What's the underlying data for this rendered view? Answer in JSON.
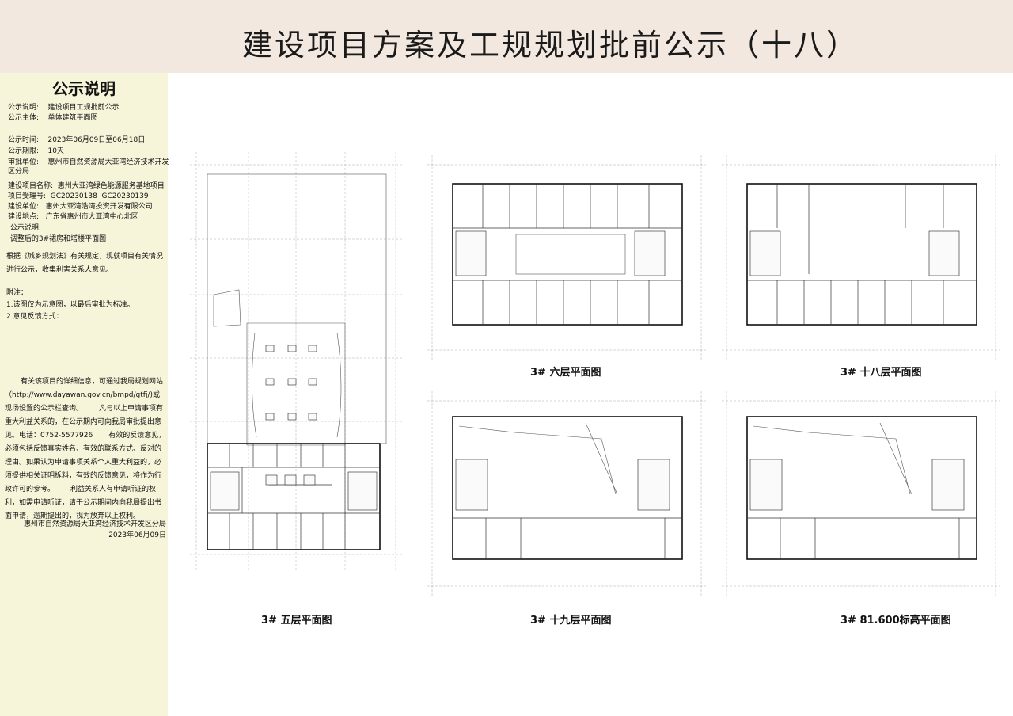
{
  "header": {
    "title": "建设项目方案及工规规划批前公示（十八）"
  },
  "sidebar": {
    "heading": "公示说明",
    "lines": {
      "notice_type": "公示说明:    建设项目工规批前公示",
      "notice_subject": "公示主体:    单体建筑平面图",
      "notice_time": "公示时间:    2023年06月09日至06月18日",
      "notice_period": "公示期限:    10天",
      "approval_unit_1": "审批单位:    惠州市自然资源局大亚湾经济技术开发",
      "approval_unit_2": "区分局",
      "project_name": "建设项目名称:  惠州大亚湾绿色能源服务基地项目",
      "project_code": "项目受理号:  GC20230138  GC20230139",
      "construction_unit": "建设单位:   惠州大亚湾浩湾投资开发有限公司",
      "construction_site": "建设地点:   广东省惠州市大亚湾中心北区",
      "description_label": " 公示说明:",
      "description_text": " 调整后的3#裙房和塔楼平面图"
    },
    "paragraph_law": "根据《城乡规划法》有关规定，现就项目有关情况进行公示，收集利害关系人意见。",
    "notes": {
      "label": "附注：",
      "note1": "1.该图仅为示意图，以最后审批为标准。",
      "note2": "2.意见反馈方式："
    },
    "paragraph_info": "       有关该项目的详细信息，可通过我局规划网站（http://www.dayawan.gov.cn/bmpd/gtfj/)或现场设置的公示栏查询。       凡与以上申请事项有重大利益关系的，在公示期内可向我局审批提出意见。电话：0752-5577926       有效的反馈意见，必须包括反馈真实姓名、有效的联系方式、反对的理由。如果认为申请事项关系个人重大利益的，必须提供相关证明拆料，有效的反馈意见，将作为行政许可的参考。       利益关系人有申请听证的权利，如需申请听证，请于公示期间内向我局提出书面申请，逾期提出的，视为放弃以上权利。",
    "signature_org": "惠州市自然资源局大亚湾经济技术开发区分局",
    "signature_date": "2023年06月09日"
  },
  "plans": {
    "fifth": "3# 五层平面图",
    "sixth": "3# 六层平面图",
    "eighteenth": "3# 十八层平面图",
    "nineteenth": "3# 十九层平面图",
    "roof": "3# 81.600标高平面图"
  }
}
